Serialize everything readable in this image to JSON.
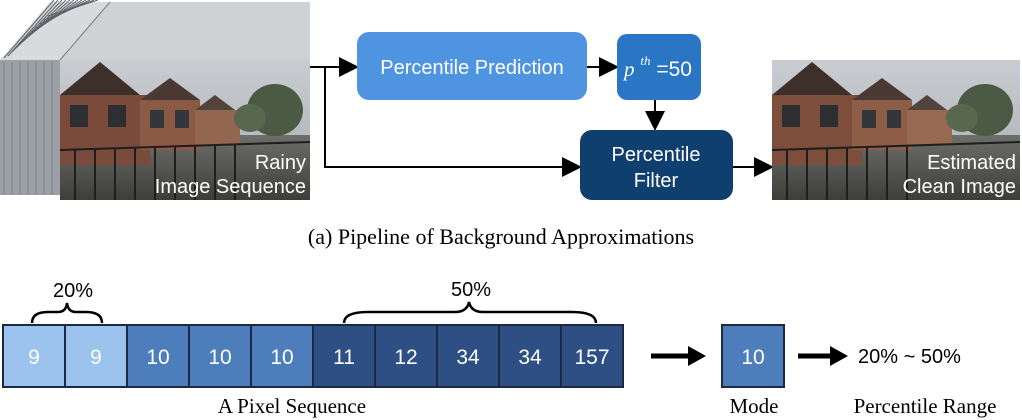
{
  "colors": {
    "prediction_box": "#4f94e0",
    "p_box": "#2a75c4",
    "filter_box": "#0e3f6e",
    "cell_light": "#9cc3ee",
    "cell_mid": "#4e7dbb",
    "cell_dark": "#2d4f84",
    "arrow": "#000000"
  },
  "pipeline": {
    "input_label_line1": "Rainy",
    "input_label_line2": "Image Sequence",
    "prediction_label": "Percentile Prediction",
    "p_symbol": "p",
    "p_superscript": "th",
    "p_value": "=50",
    "filter_line1": "Percentile",
    "filter_line2": "Filter",
    "output_label_line1": "Estimated",
    "output_label_line2": "Clean Image",
    "caption": "(a) Pipeline of Background Approximations"
  },
  "sequence": {
    "cells": [
      "9",
      "9",
      "10",
      "10",
      "10",
      "11",
      "12",
      "34",
      "34",
      "157"
    ],
    "brace_small": "20%",
    "brace_large": "50%",
    "label": "A Pixel Sequence"
  },
  "mode": {
    "value": "10",
    "label": "Mode"
  },
  "range": {
    "text": "20% ~ 50%",
    "label": "Percentile Range"
  },
  "icons": {
    "arrow_mode": "right-arrow-icon",
    "arrow_range": "right-arrow-icon"
  }
}
